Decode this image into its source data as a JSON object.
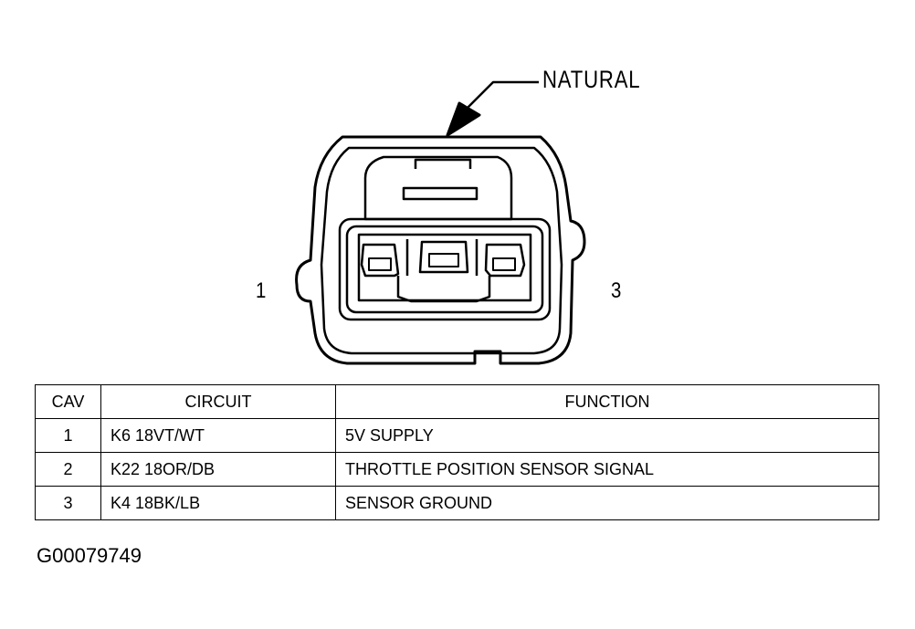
{
  "diagram": {
    "callout_label": "NATURAL",
    "cavity_left_label": "1",
    "cavity_right_label": "3"
  },
  "table": {
    "headers": {
      "cav": "CAV",
      "circuit": "CIRCUIT",
      "function": "FUNCTION"
    },
    "rows": [
      {
        "cav": "1",
        "circuit": "K6 18VT/WT",
        "function": "5V SUPPLY"
      },
      {
        "cav": "2",
        "circuit": "K22 18OR/DB",
        "function": "THROTTLE POSITION SENSOR SIGNAL"
      },
      {
        "cav": "3",
        "circuit": "K4 18BK/LB",
        "function": "SENSOR GROUND"
      }
    ]
  },
  "figure_id": "G00079749"
}
